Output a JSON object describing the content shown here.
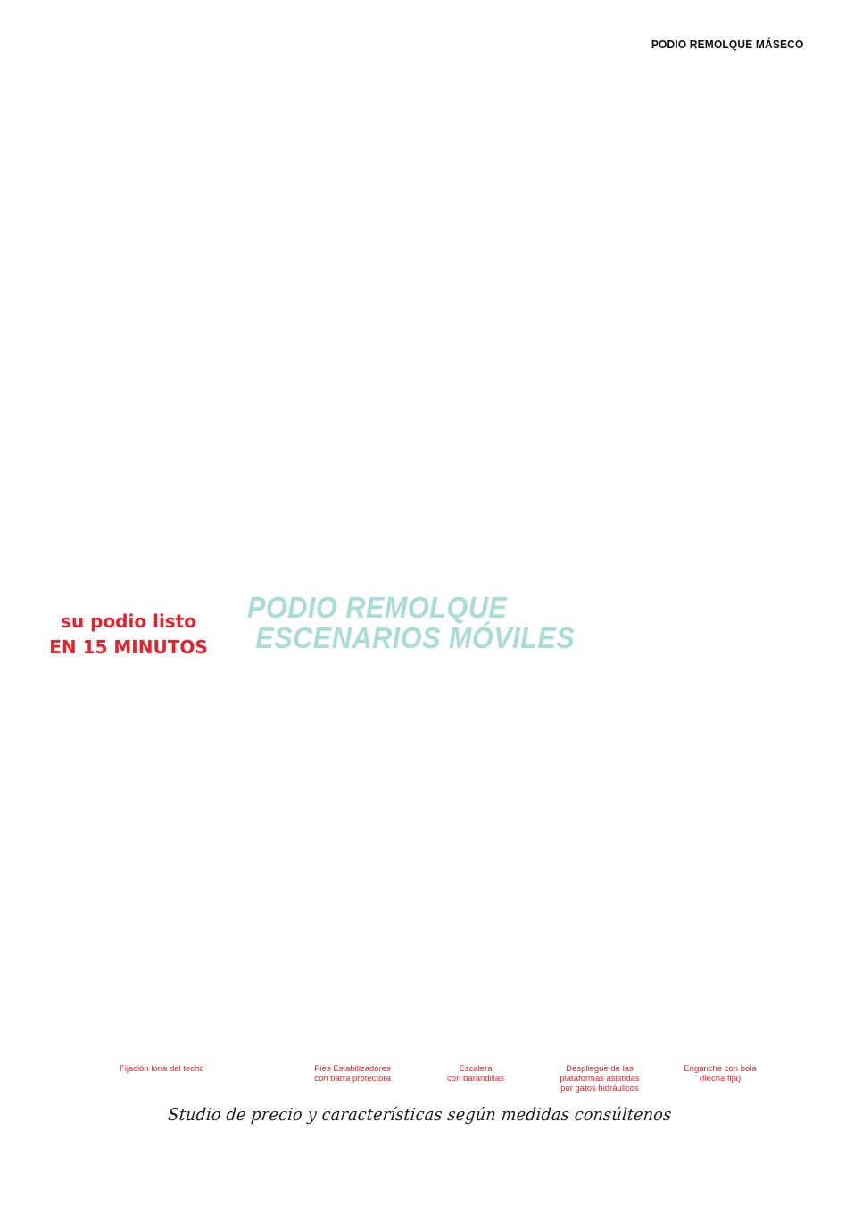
{
  "header": {
    "title": "PODIO REMOLQUE MÁSECO"
  },
  "promo": {
    "line1": "su podio listo",
    "line2": "EN 15 MINUTOS"
  },
  "headline": {
    "line1": "PODIO REMOLQUE",
    "line2": "ESCENARIOS MÓVILES"
  },
  "features": [
    {
      "lines": [
        "Fijación lona del techo"
      ]
    },
    {
      "lines": [
        "Pies Estabilizadores",
        "con barra protectora"
      ]
    },
    {
      "lines": [
        "Escalera",
        "con barandillas"
      ]
    },
    {
      "lines": [
        "Despliegue de las",
        "plataformas asistidas",
        "por gatos hidráulicos"
      ]
    },
    {
      "lines": [
        "Enganche con bola",
        "(flecha fija)"
      ]
    }
  ],
  "footer": {
    "note": "Studio de precio y características según medidas consúltenos"
  },
  "colors": {
    "accent_red": "#e8202a",
    "headline_teal": "#a9dcd6",
    "text_dark": "#111111"
  }
}
